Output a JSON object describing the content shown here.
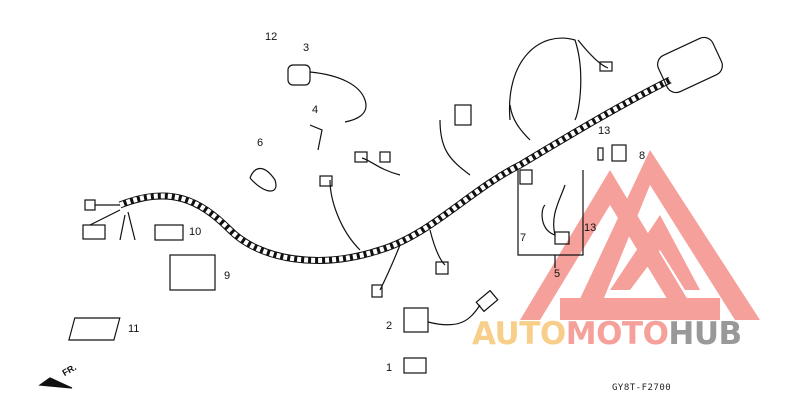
{
  "callouts": [
    {
      "id": "12",
      "label": "12"
    },
    {
      "id": "3",
      "label": "3"
    },
    {
      "id": "4",
      "label": "4"
    },
    {
      "id": "6",
      "label": "6"
    },
    {
      "id": "10",
      "label": "10"
    },
    {
      "id": "9",
      "label": "9"
    },
    {
      "id": "11",
      "label": "11"
    },
    {
      "id": "2",
      "label": "2"
    },
    {
      "id": "1",
      "label": "1"
    },
    {
      "id": "7",
      "label": "7"
    },
    {
      "id": "5",
      "label": "5"
    },
    {
      "id": "13a",
      "label": "13"
    },
    {
      "id": "13b",
      "label": "13"
    },
    {
      "id": "8",
      "label": "8"
    }
  ],
  "direction_label": "FR.",
  "diagram_code": "GY8T-F2700",
  "watermark": {
    "part1": "AUTO",
    "part2": "MOTO",
    "part3": "HUB",
    "colors": {
      "auto": "#f8cf8a",
      "moto": "#f5a09a",
      "hub": "#999999"
    }
  }
}
